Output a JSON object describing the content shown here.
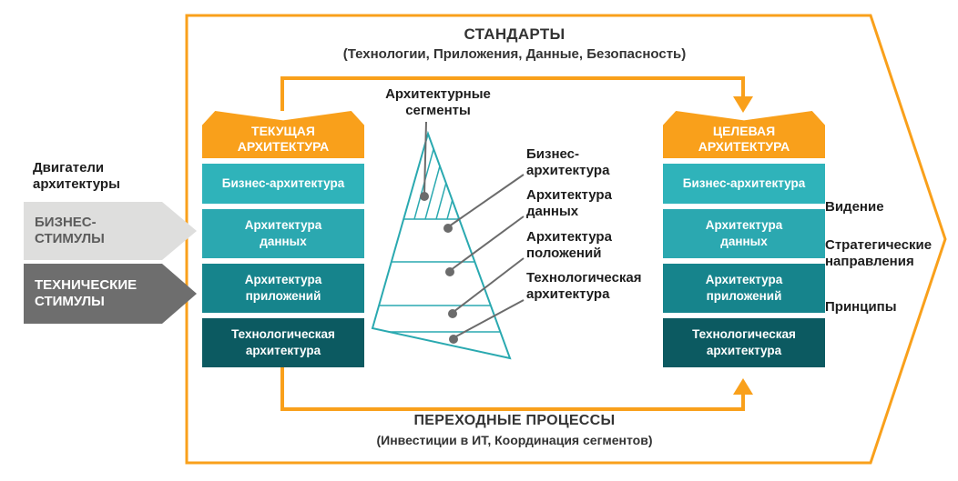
{
  "standards": {
    "title": "СТАНДАРТЫ",
    "subtitle": "(Технологии, Приложения, Данные, Безопасность)"
  },
  "drivers": {
    "title": "Двигатели архитектуры",
    "business": "БИЗНЕС-СТИМУЛЫ",
    "technical": "ТЕХНИЧЕСКИЕ СТИМУЛЫ"
  },
  "current": {
    "header": "ТЕКУЩАЯ АРХИТЕКТУРА",
    "layers": [
      "Бизнес-архитектура",
      "Архитектура данных",
      "Архитектура приложений",
      "Технологическая архитектура"
    ]
  },
  "target": {
    "header": "ЦЕЛЕВАЯ АРХИТЕКТУРА",
    "layers": [
      "Бизнес-архитектура",
      "Архитектура данных",
      "Архитектура приложений",
      "Технологическая архитектура"
    ]
  },
  "segments": {
    "label": "Архитектурные сегменты",
    "callouts": [
      "Бизнес-архитектура",
      "Архитектура данных",
      "Архитектура положений",
      "Технологическая архитектура"
    ]
  },
  "right_labels": [
    "Видение",
    "Стратегические направления",
    "Принципы"
  ],
  "transition": {
    "title": "ПЕРЕХОДНЫЕ ПРОЦЕССЫ",
    "subtitle": "(Инвестиции в ИТ, Координация сегментов)"
  },
  "colors": {
    "orange": "#F9A01B",
    "teal_light": "#2FB3BA",
    "teal_medium": "#2BA8B0",
    "teal_dark": "#16848C",
    "teal_darkest": "#0C5A61",
    "gray_light": "#DEDEDD",
    "gray_dark": "#6E6E6E",
    "pyramid_stroke": "#2AA9B0",
    "callout_gray": "#6B6B6B",
    "text_dark": "#333333"
  }
}
